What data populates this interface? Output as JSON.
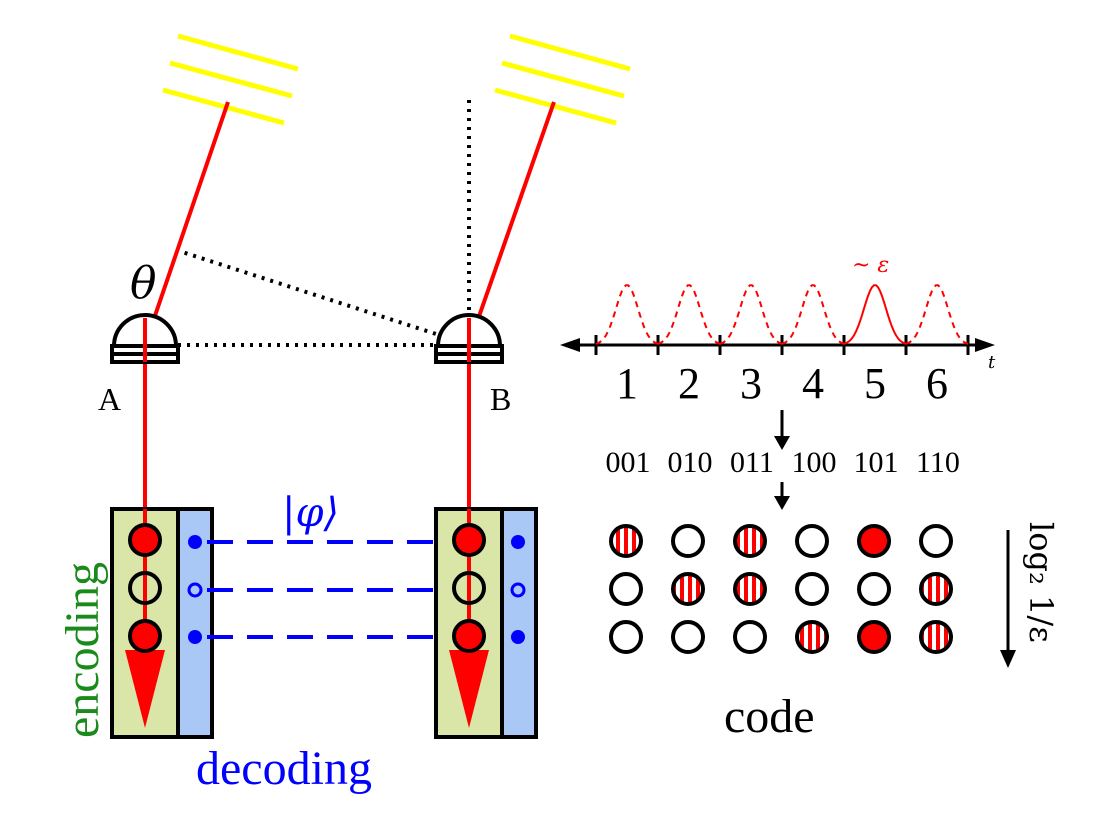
{
  "labels": {
    "theta": "θ",
    "detector_a": "A",
    "detector_b": "B",
    "state": "|φ⟩",
    "encoding": "encoding",
    "decoding": "decoding",
    "epsilon_label": "~ ε",
    "time_axis": "t",
    "code": "code",
    "log_label": "log₂ 1/ε"
  },
  "time_bins": [
    "1",
    "2",
    "3",
    "4",
    "5",
    "6"
  ],
  "binary_codes": [
    "001",
    "010",
    "011",
    "100",
    "101",
    "110"
  ],
  "code_grid": {
    "rows": [
      [
        "striped",
        "empty",
        "striped",
        "empty",
        "filled",
        "empty"
      ],
      [
        "empty",
        "striped",
        "striped",
        "empty",
        "empty",
        "striped"
      ],
      [
        "empty",
        "empty",
        "empty",
        "striped",
        "filled",
        "striped"
      ]
    ]
  },
  "colors": {
    "beam": "#ff0000",
    "mirror": "#ffff00",
    "encoding_box": "#d9e6a8",
    "decoding_box": "#a9c8f5",
    "quantum": "#0000ff",
    "encoding_text": "#1a8a1a",
    "ink": "#000000"
  }
}
